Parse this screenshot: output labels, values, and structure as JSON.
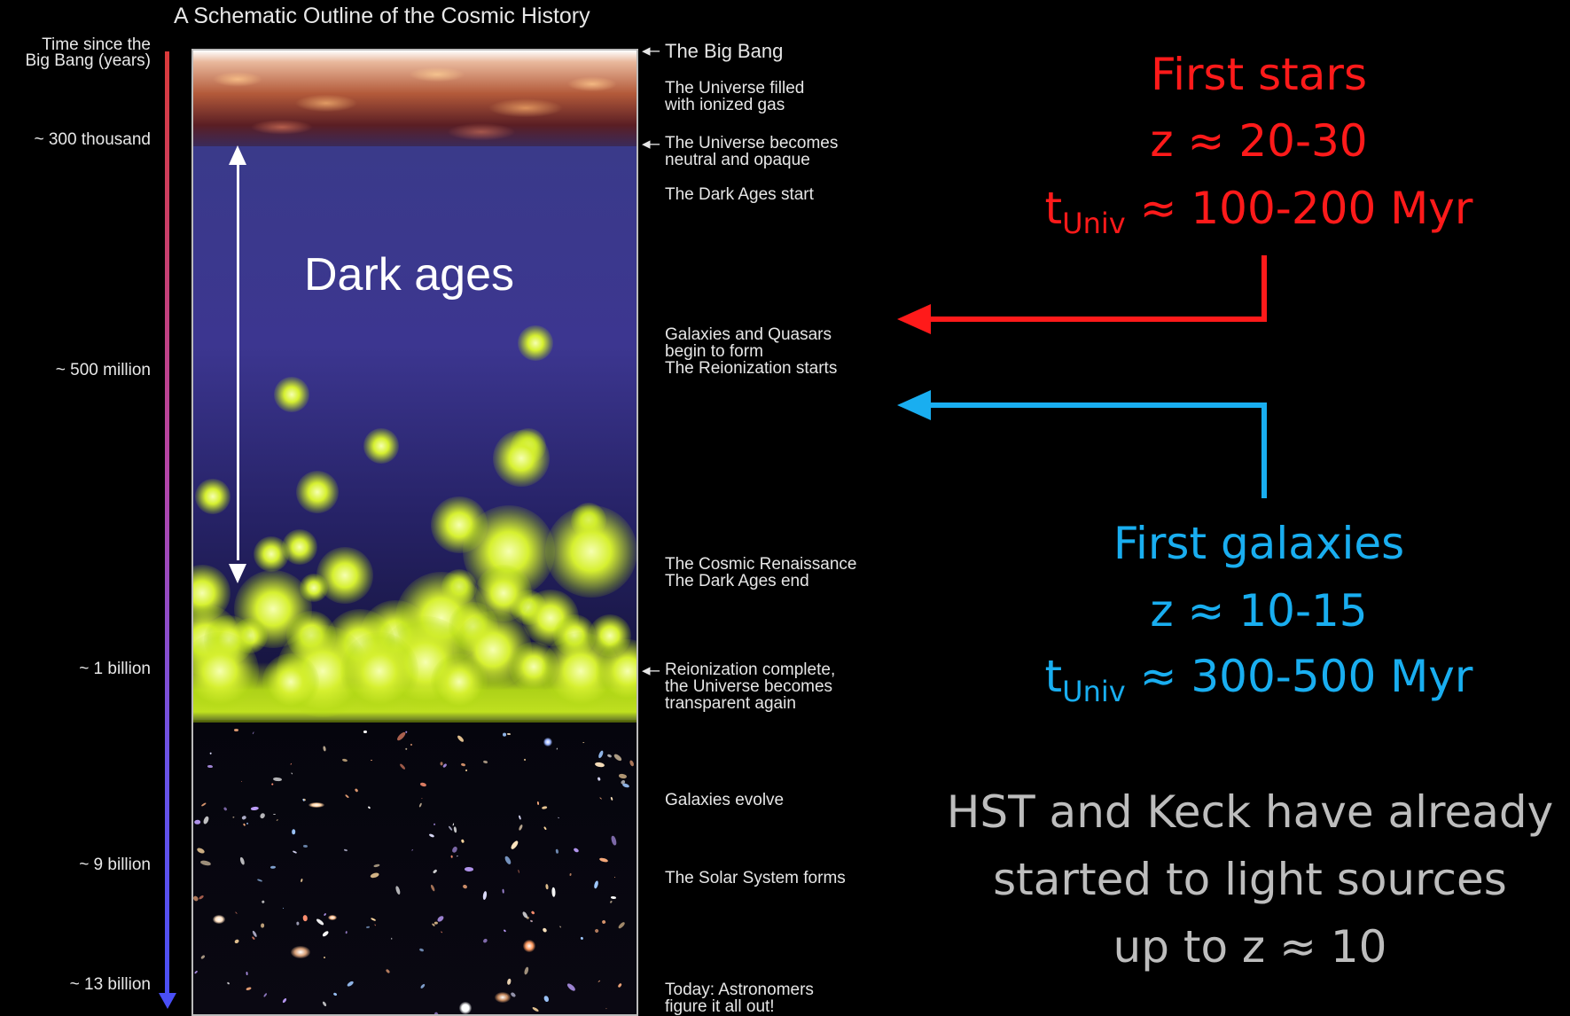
{
  "title": "A Schematic Outline of the Cosmic History",
  "time_axis": {
    "header_line1": "Time since the",
    "header_line2": "Big Bang (years)",
    "ticks": [
      "~ 300 thousand",
      "~ 500 million",
      "~ 1 billion",
      "~ 9 billion",
      "~ 13 billion"
    ]
  },
  "events": [
    "The Big Bang",
    "The Universe filled\nwith ionized gas",
    "The Universe becomes\nneutral and opaque",
    "The Dark Ages start",
    "Galaxies and Quasars\nbegin to form\nThe Reionization starts",
    "The Cosmic Renaissance\nThe Dark Ages end",
    "Reionization complete,\nthe Universe becomes\ntransparent again",
    "Galaxies evolve",
    "The Solar System forms",
    "Today: Astronomers\nfigure it all out!"
  ],
  "dark_ages_label": "Dark ages",
  "first_stars": {
    "title": "First stars",
    "redshift": "z ≈ 20-30",
    "t_prefix": "t",
    "t_sub": "Univ",
    "t_value": " ≈ 100-200 Myr"
  },
  "first_galaxies": {
    "title": "First galaxies",
    "redshift": "z ≈ 10-15",
    "t_prefix": "t",
    "t_sub": "Univ",
    "t_value": " ≈ 300-500 Myr"
  },
  "hst_note": {
    "line1": "HST and Keck have already",
    "line2": "started to light sources",
    "line3": "up to z ≈ 10"
  },
  "colors": {
    "first_stars": "#ff1a1a",
    "first_galaxies": "#19aef0",
    "note": "#bdbdbd",
    "reionization_glow": "#d6f030"
  }
}
